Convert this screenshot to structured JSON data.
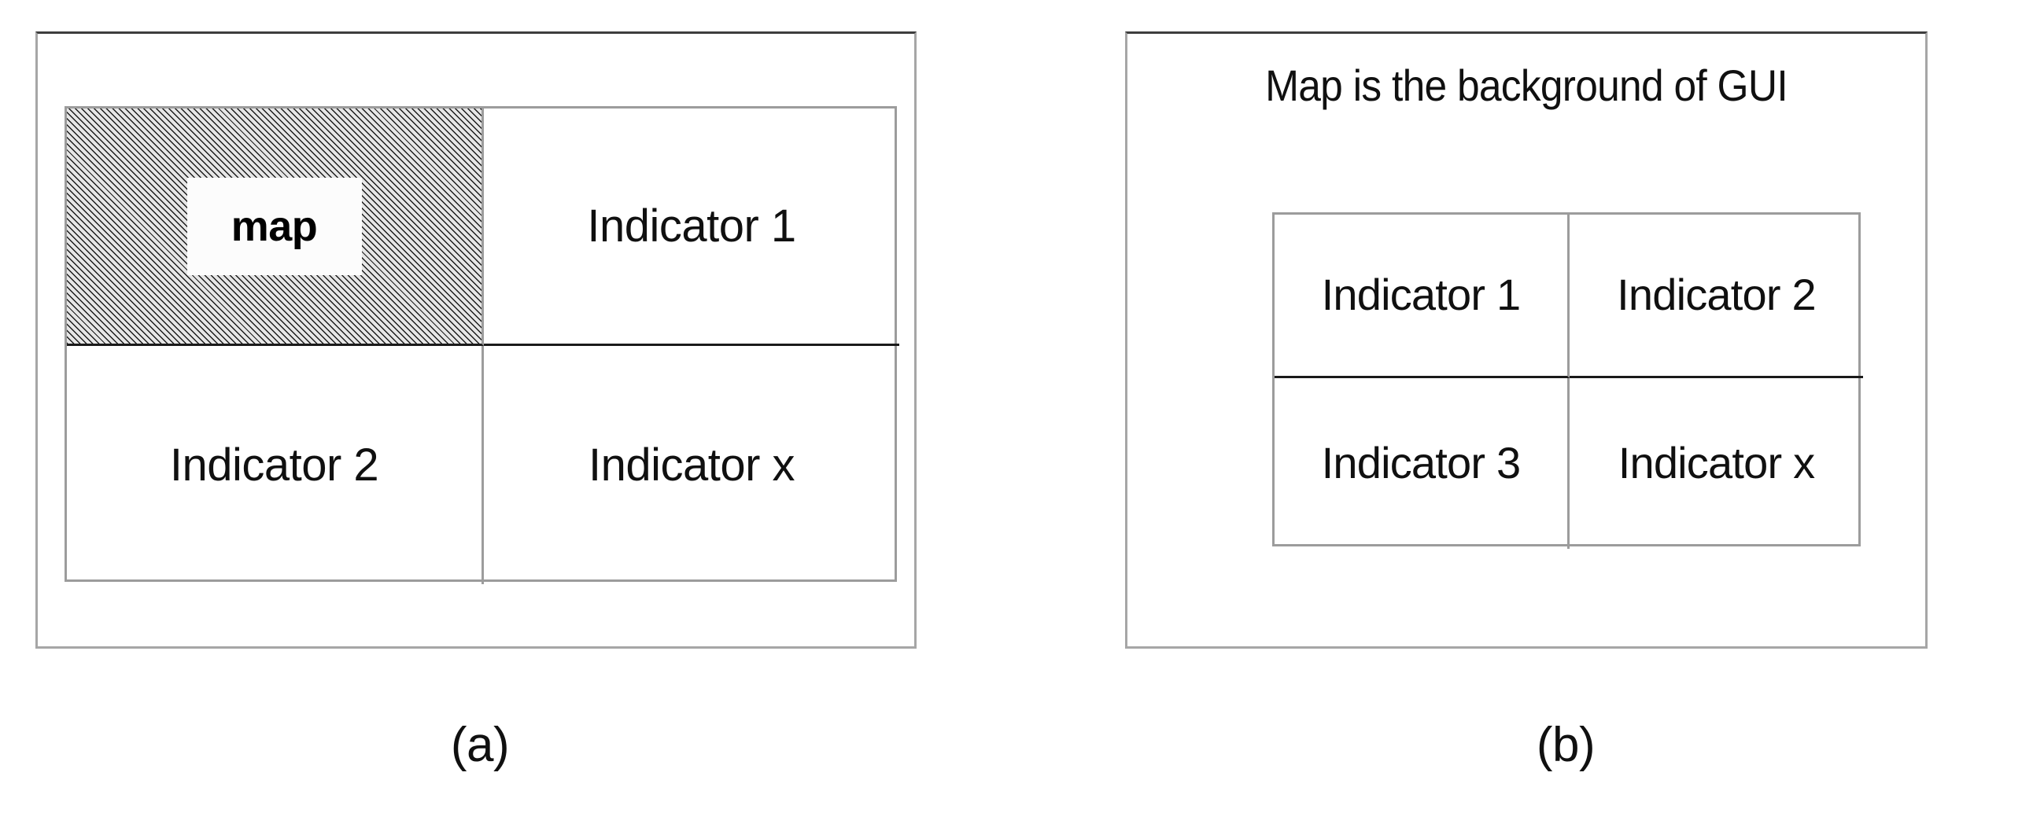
{
  "figure": {
    "panels": [
      {
        "id": "a",
        "caption": "(a)",
        "layout_type": "map-as-grid-cell",
        "grid": {
          "rows": 2,
          "cols": 2,
          "cells": [
            {
              "id": "top-left",
              "label": "map",
              "hatched": true,
              "emphasis": "bold"
            },
            {
              "id": "top-right",
              "label": "Indicator 1",
              "hatched": false,
              "emphasis": "normal"
            },
            {
              "id": "bottom-left",
              "label": "Indicator 2",
              "hatched": false,
              "emphasis": "normal"
            },
            {
              "id": "bottom-right",
              "label": "Indicator x",
              "hatched": false,
              "emphasis": "normal"
            }
          ]
        }
      },
      {
        "id": "b",
        "caption": "(b)",
        "layout_type": "map-as-background",
        "heading": "Map is the background of GUI",
        "grid": {
          "rows": 2,
          "cols": 2,
          "cells": [
            {
              "id": "r0c0",
              "label": "Indicator 1"
            },
            {
              "id": "r0c1",
              "label": "Indicator 2"
            },
            {
              "id": "r1c0",
              "label": "Indicator 3"
            },
            {
              "id": "r1c1",
              "label": "Indicator x"
            }
          ]
        }
      }
    ]
  },
  "colors": {
    "frame_border": "#a6a6a6",
    "frame_border_top": "#3d3d3d",
    "grid_border": "#9c9c9c",
    "divider_strong": "#1a1a1a",
    "hatch_line": "#1c1c1c",
    "hatch_fill": "#e6e6e6",
    "text": "#101010",
    "chip_background": "#fcfcfc"
  }
}
